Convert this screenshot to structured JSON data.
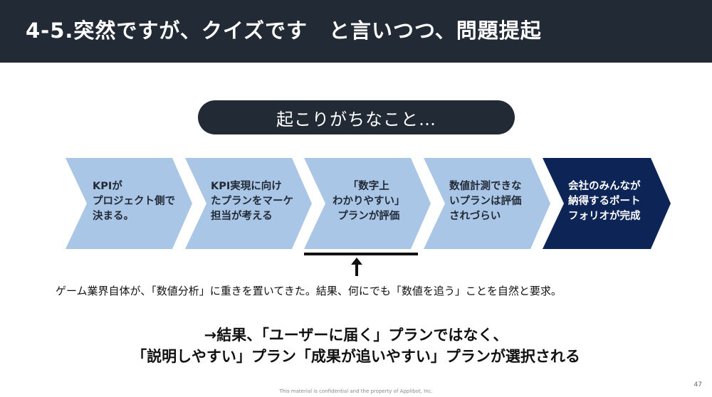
{
  "header": {
    "title": "4-5.突然ですが、クイズです　と言いつつ、問題提起"
  },
  "pill": {
    "text": "起こりがちなこと…"
  },
  "flow": [
    {
      "label": "KPIが\nプロジェクト側で\n決まる。",
      "color": "#a9c6e6",
      "dark": false
    },
    {
      "label": "KPI実現に向け\nたプランをマーケ\n担当が考える",
      "color": "#a9c6e6",
      "dark": false
    },
    {
      "label": "「数字上\nわかりやすい」\nプランが評価",
      "color": "#a9c6e6",
      "dark": false
    },
    {
      "label": "数値計測できな\nいプランは評価\nされづらい",
      "color": "#a9c6e6",
      "dark": false
    },
    {
      "label": "会社のみんなが\n納得するポート\nフォリオが完成",
      "color": "#0d2457",
      "dark": true
    }
  ],
  "caption": "ゲーム業界自体が、「数値分析」に重きを置いてきた。結果、何にでも「数値を追う」ことを自然と要求。",
  "conclusion": {
    "line1": "→結果、「ユーザーに届く」プランではなく、",
    "line2": "「説明しやすい」プラン「成果が追いやすい」プランが選択される"
  },
  "page_number": "47",
  "footer": "This material is confidential and the property of Applibot, Inc."
}
